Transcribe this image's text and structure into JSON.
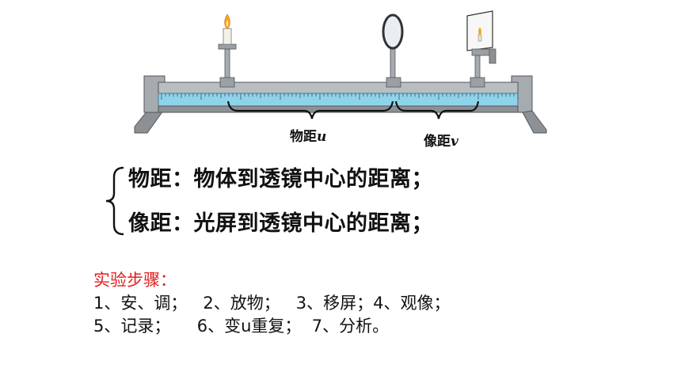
{
  "diagram": {
    "object_distance_label": "物距",
    "object_distance_symbol": "u",
    "image_distance_label": "像距",
    "image_distance_symbol": "v"
  },
  "definitions": [
    "物距：物体到透镜中心的距离；",
    "像距：光屏到透镜中心的距离；"
  ],
  "steps": {
    "title": "实验步骤：",
    "line1": "1、安、调；   2、放物；   3、移屏；4、观像；",
    "line2": "5、记录；     6、变u重复；  7、分析。"
  },
  "colors": {
    "rail_blue": "#8fd3ea",
    "metal": "#9aa0a6",
    "steps_title": "#e02020"
  }
}
